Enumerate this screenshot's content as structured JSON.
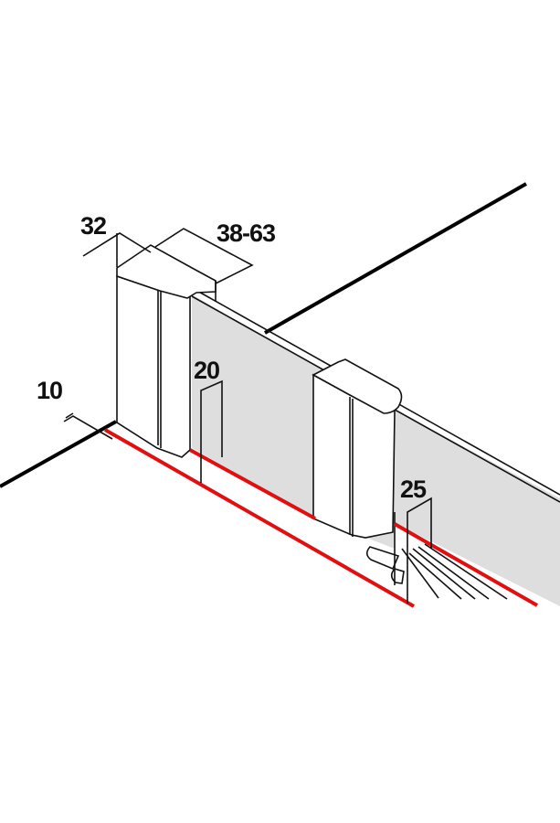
{
  "diagram": {
    "dimensions": {
      "profile_width": "32",
      "adjustment_range": "38-63",
      "wall_offset": "10",
      "glass_offset_left": "20",
      "glass_offset_right": "25"
    },
    "colors": {
      "seal_line": "#e01010",
      "glass": "#dedede",
      "wall": "#000000"
    }
  }
}
